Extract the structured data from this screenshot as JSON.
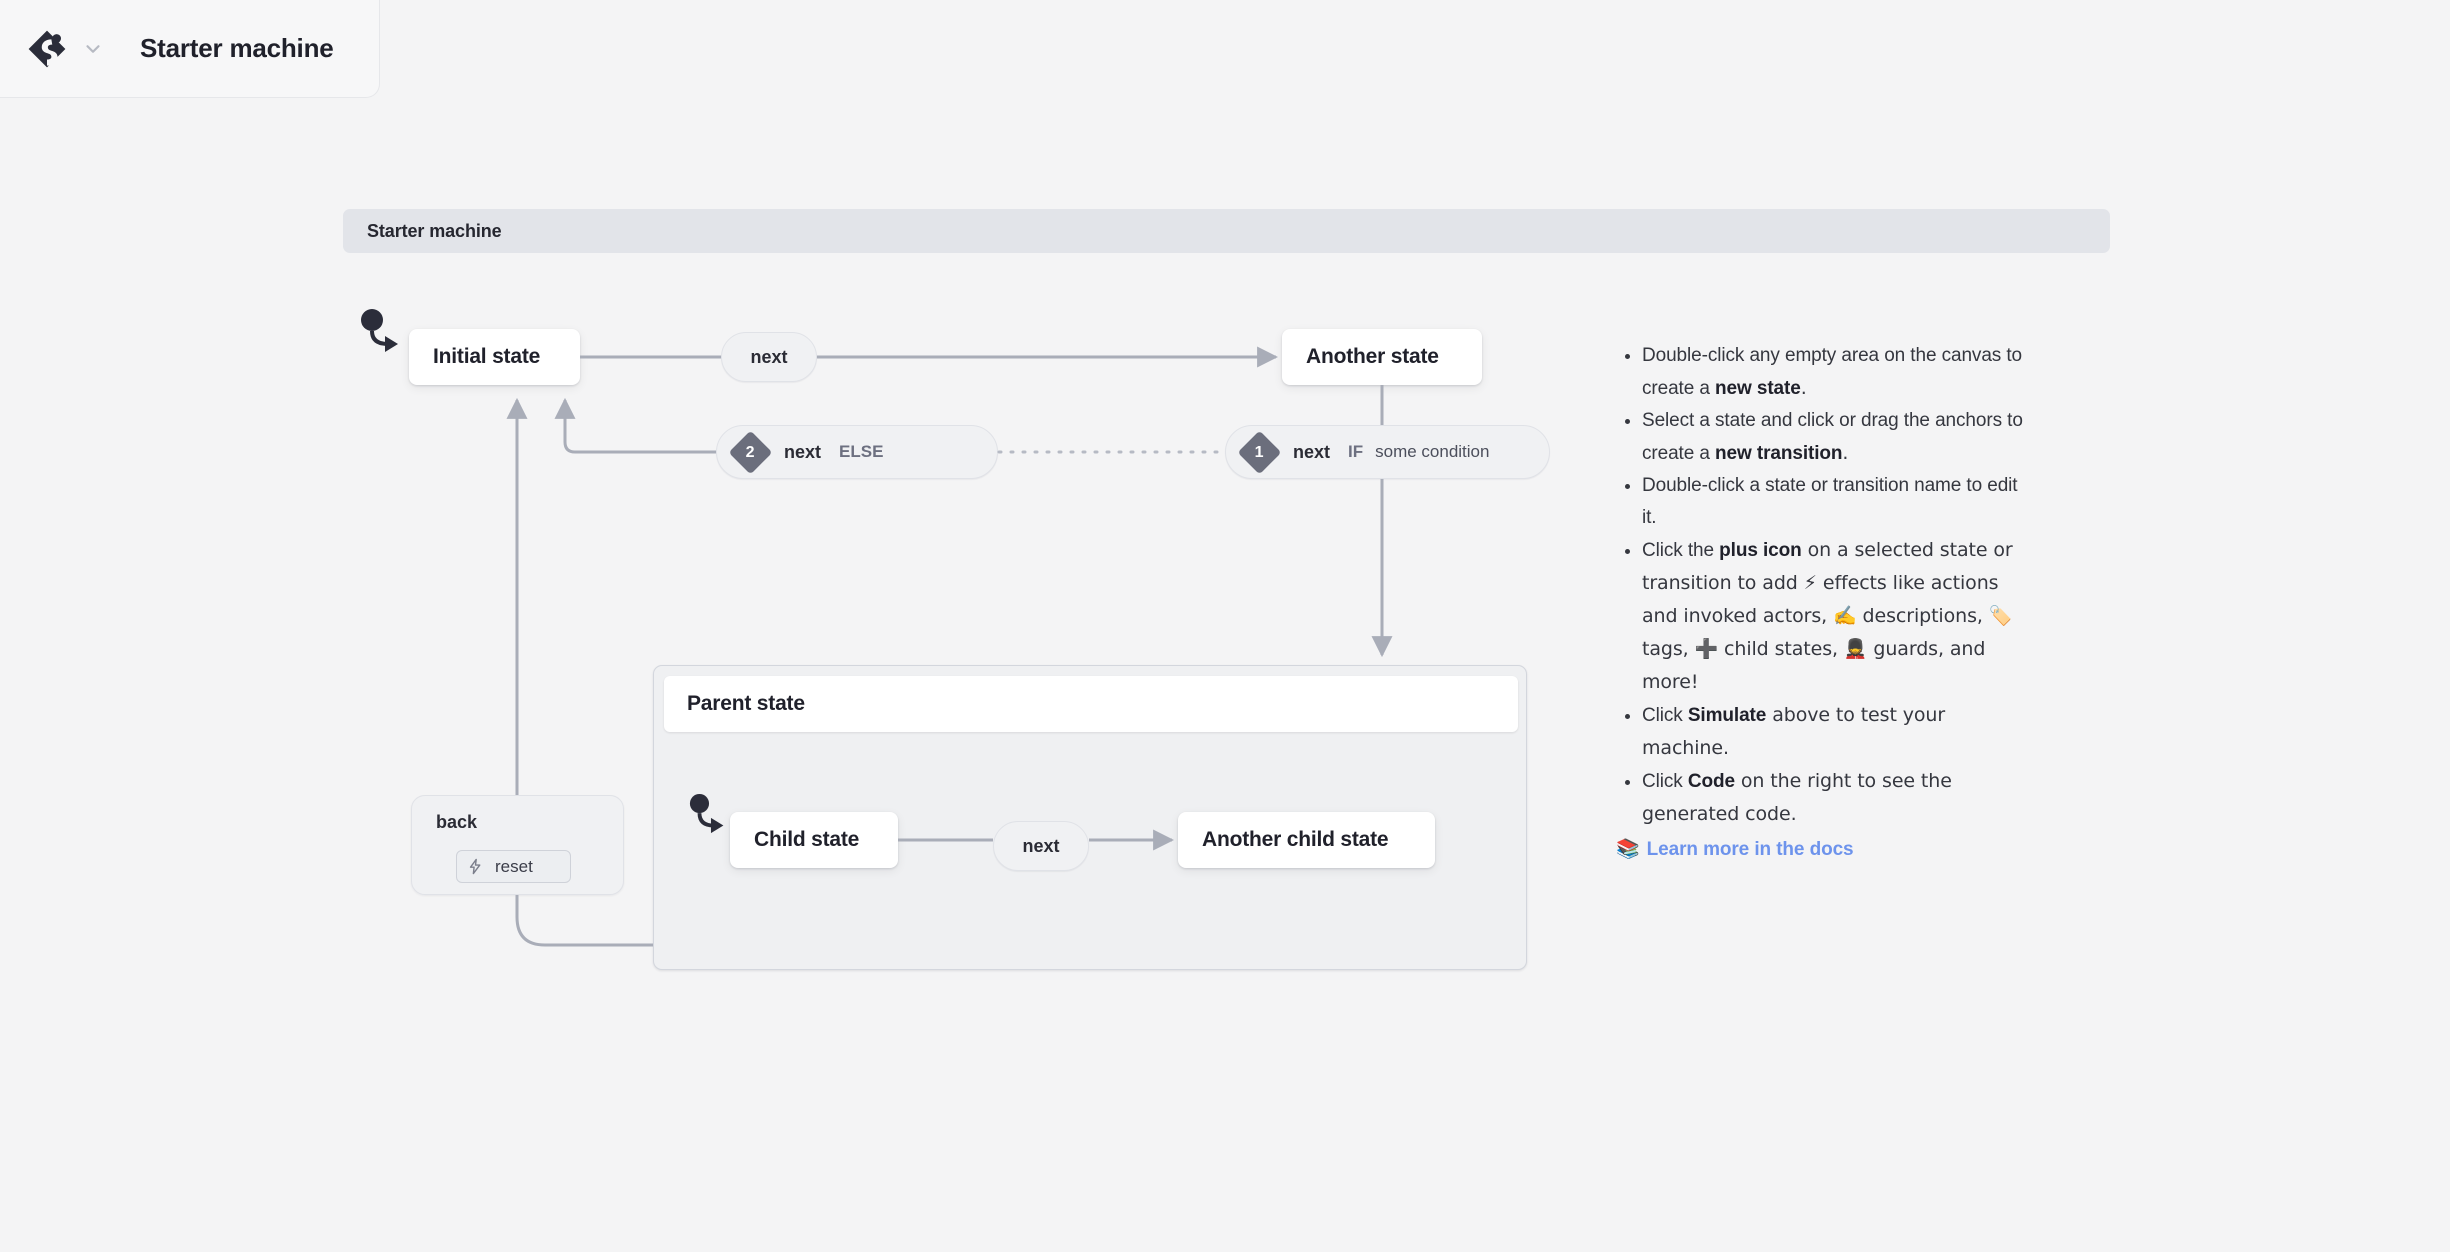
{
  "app": {
    "chip_title": "Starter machine",
    "logo_icon": "stately-logo-icon",
    "caret_icon": "chevron-down-icon"
  },
  "machine": {
    "banner_label": "Starter machine"
  },
  "states": {
    "initial": "Initial state",
    "another": "Another state",
    "parent": "Parent state",
    "child": "Child state",
    "another_child": "Another child state"
  },
  "transitions": {
    "next_top": {
      "event": "next"
    },
    "else_branch": {
      "order": "2",
      "event": "next",
      "guard_keyword": "ELSE",
      "guard_expr": ""
    },
    "if_branch": {
      "order": "1",
      "event": "next",
      "guard_keyword": "IF",
      "guard_expr": "some condition"
    },
    "back": {
      "event": "back",
      "action_icon": "lightning-bolt-icon",
      "action_label": "reset"
    },
    "next_child": {
      "event": "next"
    }
  },
  "help": {
    "items": [
      {
        "pre": "Double-click any empty area on the canvas to create a ",
        "strong": "new state",
        "post": "."
      },
      {
        "pre": "Select a state and click or drag the anchors to create a ",
        "strong": "new transition",
        "post": "."
      },
      {
        "pre": "Double-click a state or transition name to edit it.",
        "strong": "",
        "post": ""
      },
      {
        "pre": "Click the ",
        "strong": "plus icon",
        "post": " on a selected state or transition to add ⚡ effects like actions and invoked actors, ✍️ descriptions, 🏷️ tags, ➕ child states, 💂 guards, and more!"
      },
      {
        "pre": "Click ",
        "strong": "Simulate",
        "post": " above to test your machine."
      },
      {
        "pre": "Click ",
        "strong": "Code",
        "post": " on the right to see the generated code."
      }
    ],
    "docs_emoji": "📚",
    "docs_link": "Learn more in the docs"
  },
  "colors": {
    "canvas_bg": "#f4f4f5",
    "banner_bg": "#e2e4e9",
    "node_bg": "#ffffff",
    "pill_bg": "#f0f1f3",
    "edge": "#a9adb8",
    "badge": "#6b6e7c",
    "link": "#6d93ec",
    "text": "#20212b"
  }
}
